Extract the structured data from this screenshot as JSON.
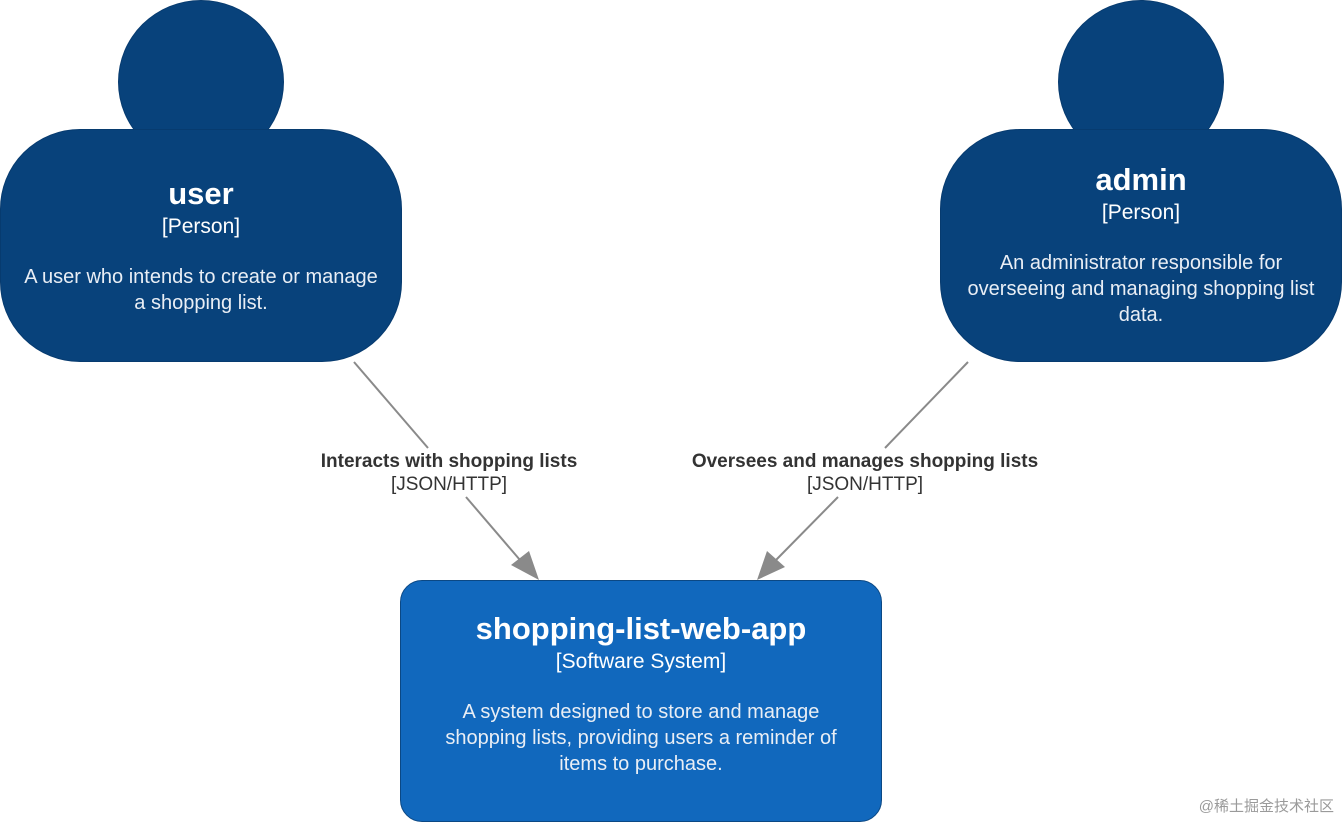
{
  "persons": [
    {
      "id": "user",
      "name": "user",
      "kind": "[Person]",
      "desc_lines": [
        "A user who intends to create or manage",
        "a shopping list."
      ]
    },
    {
      "id": "admin",
      "name": "admin",
      "kind": "[Person]",
      "desc_lines": [
        "An administrator responsible for",
        "overseeing and managing shopping list",
        "data."
      ]
    }
  ],
  "system": {
    "name": "shopping-list-web-app",
    "kind": "[Software System]",
    "desc_lines": [
      "A system designed to store and manage",
      "shopping lists, providing users a reminder of",
      "items to purchase."
    ]
  },
  "relations": [
    {
      "from": "user",
      "to": "shopping-list-web-app",
      "label": "Interacts with shopping lists",
      "tech": "[JSON/HTTP]"
    },
    {
      "from": "admin",
      "to": "shopping-list-web-app",
      "label": "Oversees and manages shopping lists",
      "tech": "[JSON/HTTP]"
    }
  ],
  "watermark": "@稀土掘金技术社区",
  "colors": {
    "person": "#08427b",
    "system": "#1168bd",
    "arrow": "#8a8a8a"
  }
}
